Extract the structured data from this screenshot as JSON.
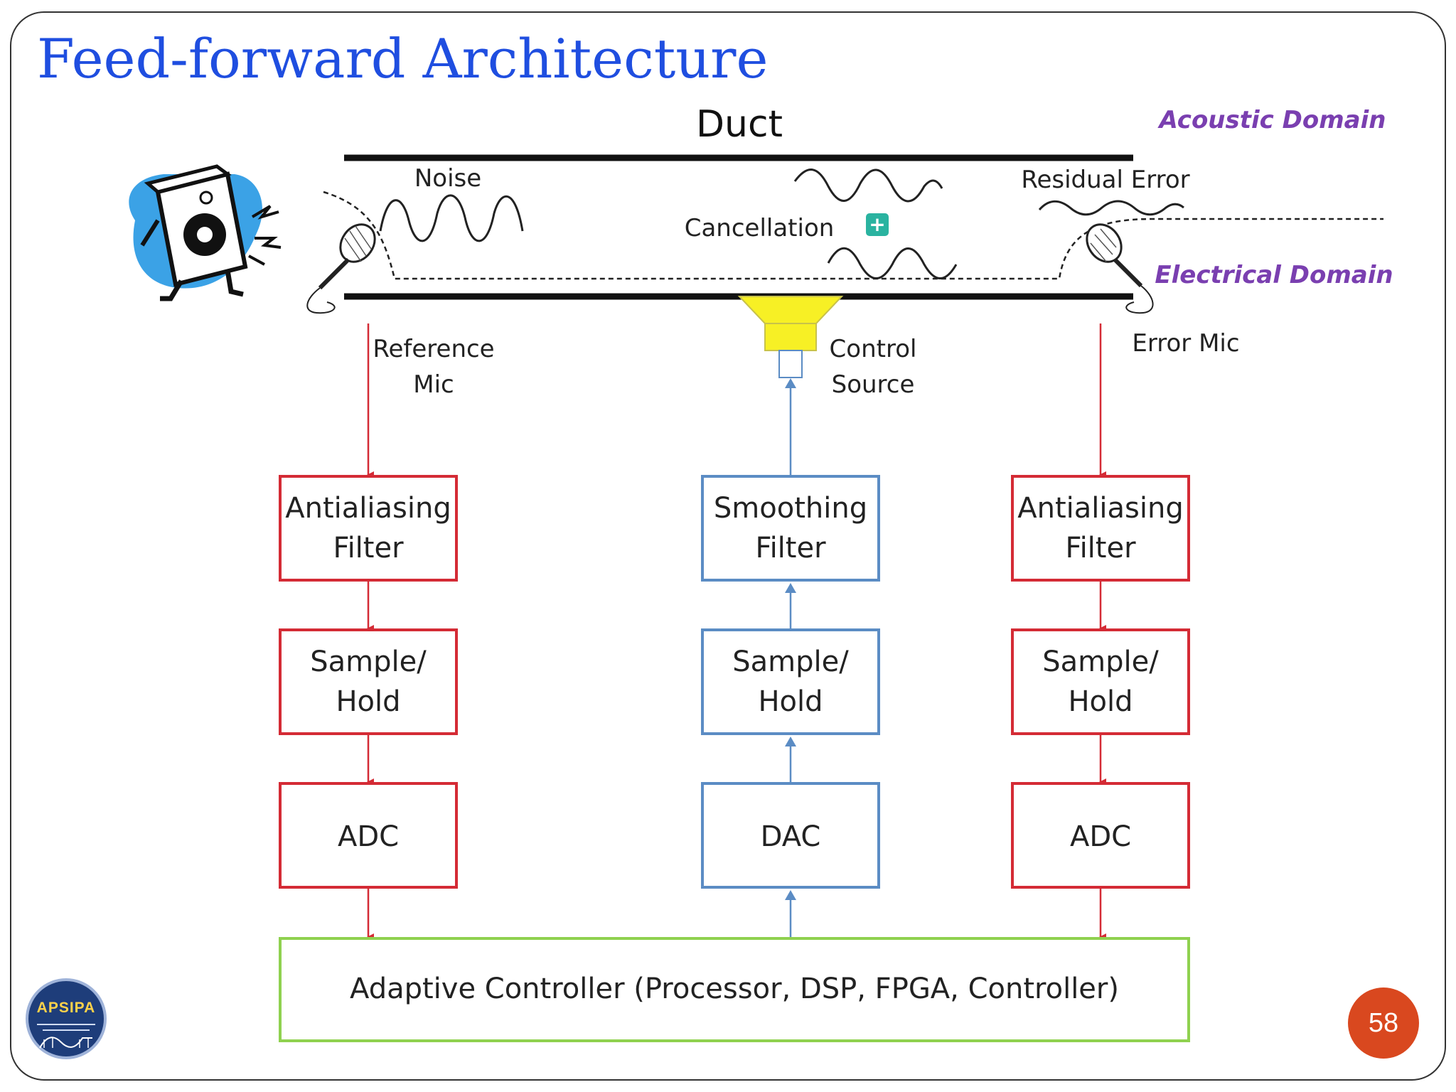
{
  "slide": {
    "title": "Feed-forward Architecture",
    "page_number": "58",
    "logo_text": "APSIPA"
  },
  "diagram": {
    "duct_label": "Duct",
    "acoustic_domain": "Acoustic Domain",
    "electrical_domain": "Electrical Domain",
    "noise_label": "Noise",
    "cancellation_label": "Cancellation",
    "residual_label": "Residual Error",
    "reference_mic_label": [
      "Reference",
      "Mic"
    ],
    "control_source_label": [
      "Control",
      "Source"
    ],
    "error_mic_label": "Error Mic",
    "left_column": {
      "filter": [
        "Antialiasing",
        "Filter"
      ],
      "sample_hold": [
        "Sample/",
        "Hold"
      ],
      "converter": "ADC"
    },
    "center_column": {
      "filter": [
        "Smoothing",
        "Filter"
      ],
      "sample_hold": [
        "Sample/",
        "Hold"
      ],
      "converter": "DAC"
    },
    "right_column": {
      "filter": [
        "Antialiasing",
        "Filter"
      ],
      "sample_hold": [
        "Sample/",
        "Hold"
      ],
      "converter": "ADC"
    },
    "controller_label": "Adaptive Controller (Processor, DSP, FPGA, Controller)",
    "colors": {
      "input_path": "#d42b35",
      "output_path": "#5b8cc4",
      "controller": "#8fd14f",
      "domain_text": "#7a3fb0",
      "speaker": "#f7f025"
    }
  }
}
